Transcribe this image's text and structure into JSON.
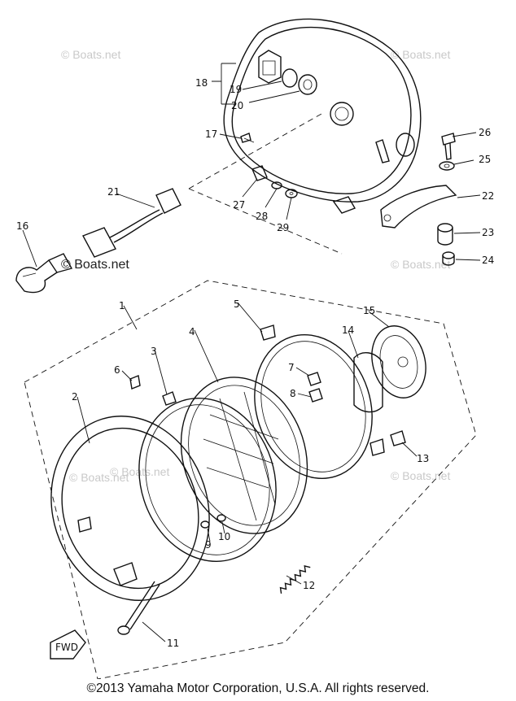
{
  "watermarks": [
    "© Boats.net",
    "© Boats.net",
    "© Boats.net",
    "© Boats.net",
    "© Boats.net",
    "© Boats.net"
  ],
  "watermark_dark": "© Boats.net",
  "arrow_label": "FWD",
  "part_labels": [
    "1",
    "2",
    "3",
    "4",
    "5",
    "6",
    "7",
    "8",
    "9",
    "10",
    "11",
    "12",
    "13",
    "14",
    "15",
    "16",
    "17",
    "18",
    "19",
    "20",
    "21",
    "22",
    "23",
    "24",
    "25",
    "26",
    "27",
    "28",
    "29"
  ],
  "copyright": "©2013 Yamaha Motor Corporation, U.S.A. All rights reserved."
}
